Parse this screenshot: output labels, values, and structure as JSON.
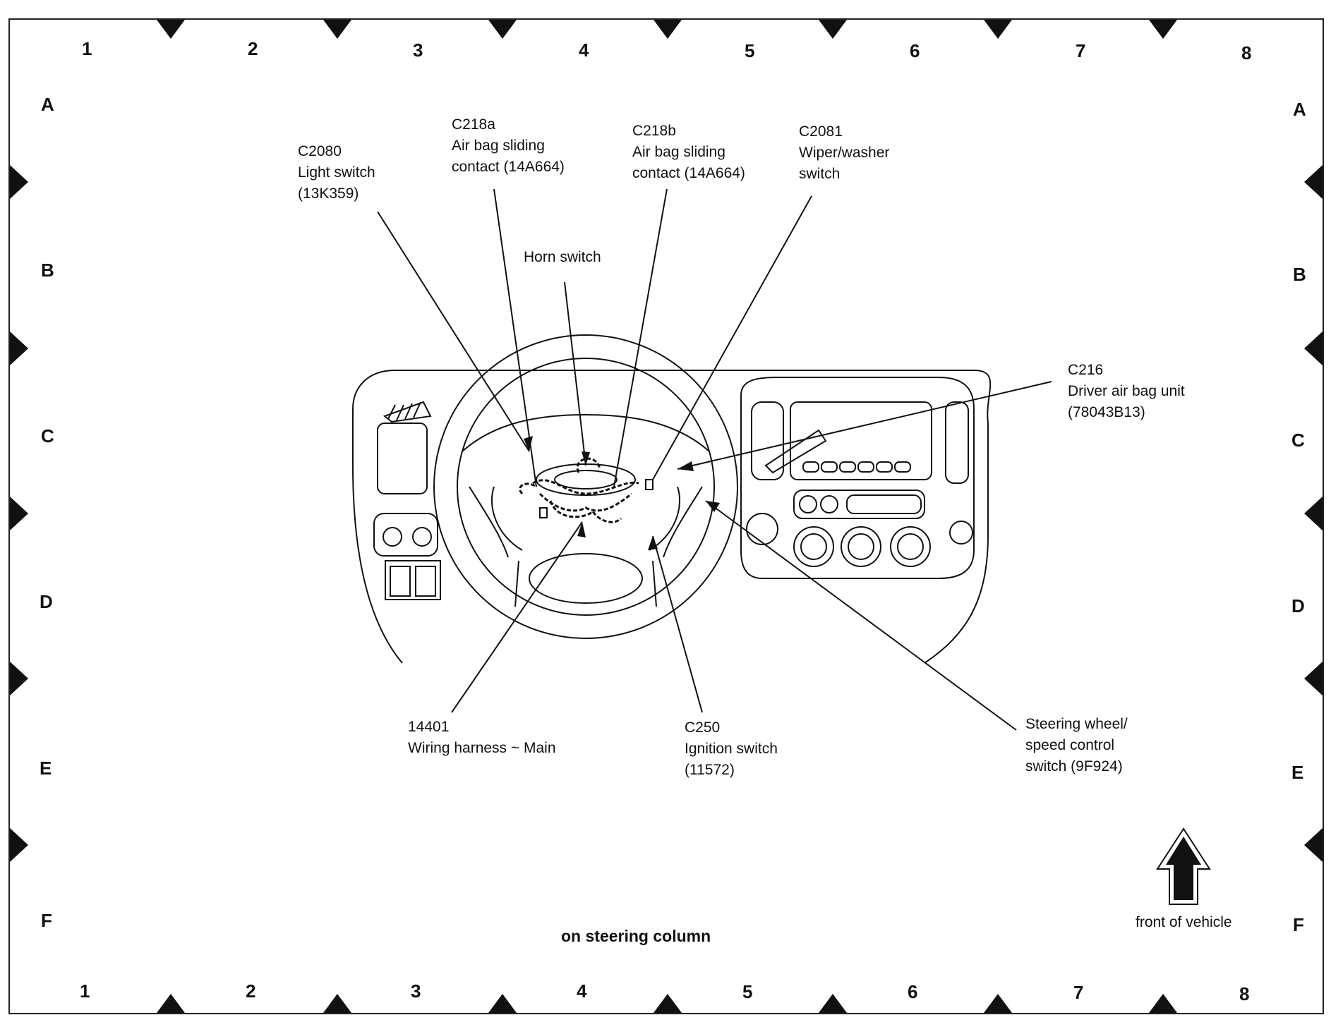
{
  "grid": {
    "columns": [
      "1",
      "2",
      "3",
      "4",
      "5",
      "6",
      "7",
      "8"
    ],
    "rows": [
      "A",
      "B",
      "C",
      "D",
      "E",
      "F"
    ]
  },
  "callouts": {
    "c2080": {
      "id": "C2080",
      "line1": "Light switch",
      "line2": "(13K359)"
    },
    "c218a": {
      "id": "C218a",
      "line1": "Air bag sliding",
      "line2": "contact (14A664)"
    },
    "c218b": {
      "id": "C218b",
      "line1": "Air bag sliding",
      "line2": "contact (14A664)"
    },
    "c2081": {
      "id": "C2081",
      "line1": "Wiper/washer",
      "line2": "switch"
    },
    "horn": {
      "line1": "Horn switch"
    },
    "c216": {
      "id": "C216",
      "line1": "Driver air bag unit",
      "line2": "(78043B13)"
    },
    "harness": {
      "id": "14401",
      "line1": "Wiring harness ~ Main"
    },
    "c250": {
      "id": "C250",
      "line1": "Ignition switch",
      "line2": "(11572)"
    },
    "steering": {
      "line1": "Steering wheel/",
      "line2": "speed control",
      "line3": "switch (9F924)"
    }
  },
  "caption": "on steering column",
  "front_label": "front of vehicle",
  "colors": {
    "ink": "#111111",
    "background": "#ffffff"
  }
}
